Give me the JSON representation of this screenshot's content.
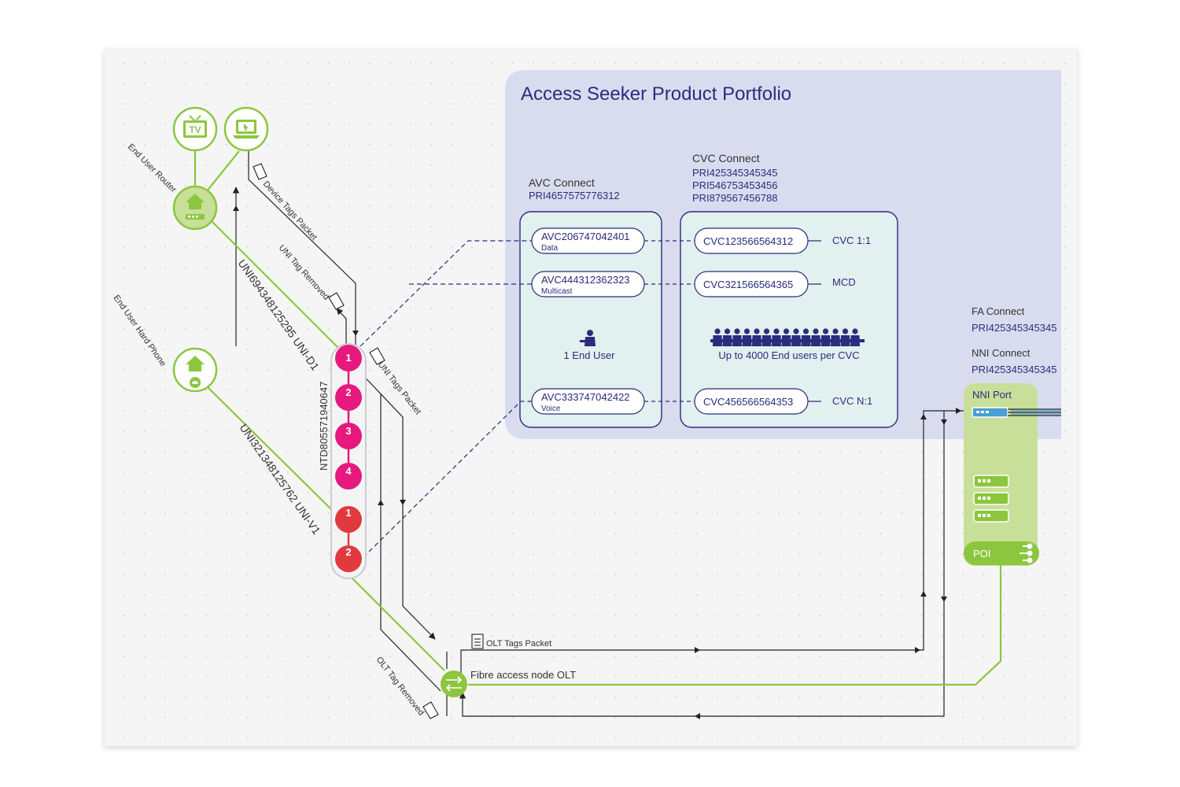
{
  "portfolio": {
    "title": "Access Seeker Product Portfolio",
    "avc_connect": {
      "label": "AVC Connect",
      "id": "PRI4657575776312"
    },
    "cvc_connect": {
      "label": "CVC Connect",
      "ids": [
        "PRI425345345345",
        "PRI546753453456",
        "PRI879567456788"
      ]
    },
    "avcs": [
      {
        "id": "AVC206747042401",
        "type": "Data"
      },
      {
        "id": "AVC444312362323",
        "type": "Multicast"
      },
      {
        "id": "AVC333747042422",
        "type": "Voice"
      }
    ],
    "cvcs": [
      {
        "id": "CVC123566564312",
        "label": "CVC 1:1"
      },
      {
        "id": "CVC321566564365",
        "label": "MCD"
      },
      {
        "id": "CVC456566564353",
        "label": "CVC N:1"
      }
    ],
    "one_end_user": "1 End User",
    "end_users_per_cvc": "Up to 4000 End users per CVC"
  },
  "fa_connect": {
    "label": "FA Connect",
    "id": "PRI425345345345"
  },
  "nni_connect": {
    "label": "NNI Connect",
    "id": "PRI425345345345"
  },
  "poi": {
    "nni_port": "NNI Port",
    "label": "POI"
  },
  "left": {
    "end_user_router": "End User Router",
    "end_user_hard_phone": "End User Hard Phone",
    "uni_d1": "UNI694348125295 UNI-D1",
    "uni_v1": "UNI321348125762 UNI-V1",
    "ntd": "NTD805571940647",
    "ports_data": [
      "1",
      "2",
      "3",
      "4"
    ],
    "ports_voice": [
      "1",
      "2"
    ],
    "device_tags_packet": "Device Tags Packet",
    "uni_tag_removed": "UNI Tag Removed",
    "uni_tags_packet": "UNI Tags Packet",
    "olt_tag_removed": "OLT Tag Removed",
    "olt_tags_packet": "OLT Tags Packet",
    "fibre_access_node": "Fibre access node OLT",
    "tv_label": "TV"
  },
  "colors": {
    "green": "#8cc63f",
    "green_light": "#c8df9a",
    "magenta": "#e5197e",
    "red": "#e03a3e",
    "navy": "#2b2c7c",
    "panel": "#dcdff0",
    "box_fill": "#e2f0f0"
  }
}
